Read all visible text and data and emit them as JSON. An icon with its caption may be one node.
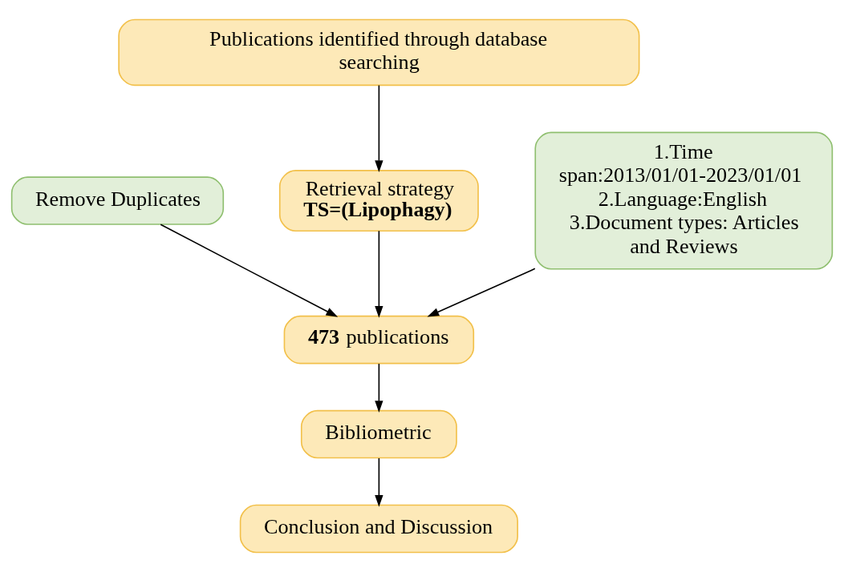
{
  "diagram": {
    "nodes": [
      {
        "text": [
          "Publications identified through database searching"
        ]
      },
      {
        "text": [
          "Retrieval strategy",
          "TS=(Lipophagy)"
        ]
      },
      {
        "text": [
          "1.Time span:2013/01/01-2023/01/01 2.Language:English 3.Document types: Articles and Reviews"
        ]
      },
      {
        "text": [
          "Remove Duplicates"
        ]
      },
      {
        "text": [
          "**473** publications"
        ]
      },
      {
        "text": [
          "Bibliometric"
        ]
      },
      {
        "text": [
          "Conclusion and Discussion"
        ]
      }
    ],
    "edges": [
      {
        "from": 0,
        "to": 1,
        "arrow": "to"
      },
      {
        "from": 1,
        "to": 4,
        "arrow": "to"
      },
      {
        "from": 2,
        "to": 4,
        "arrow": "to"
      },
      {
        "from": 3,
        "to": 4,
        "arrow": "to"
      },
      {
        "from": 4,
        "to": 5,
        "arrow": "to"
      },
      {
        "from": 5,
        "to": 6,
        "arrow": "to"
      }
    ]
  }
}
